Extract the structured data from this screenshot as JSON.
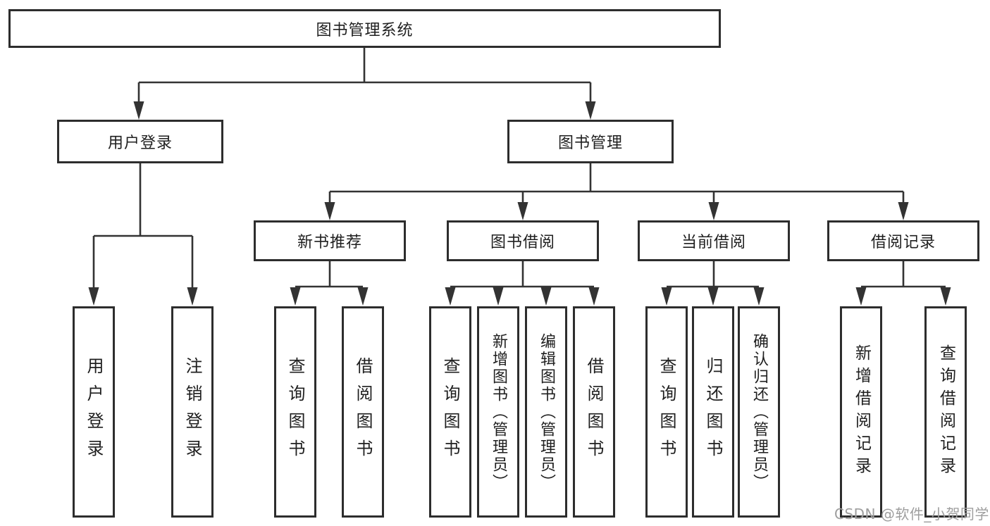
{
  "diagram": {
    "title": "图书管理系统",
    "level2": [
      {
        "label": "用户登录"
      },
      {
        "label": "图书管理"
      }
    ],
    "level3": [
      {
        "label": "新书推荐"
      },
      {
        "label": "图书借阅"
      },
      {
        "label": "当前借阅"
      },
      {
        "label": "借阅记录"
      }
    ],
    "leaves": [
      {
        "parent": "用户登录",
        "label": "用户登录"
      },
      {
        "parent": "用户登录",
        "label": "注销登录"
      },
      {
        "parent": "新书推荐",
        "label": "查询图书"
      },
      {
        "parent": "新书推荐",
        "label": "借阅图书"
      },
      {
        "parent": "图书借阅",
        "label": "查询图书"
      },
      {
        "parent": "图书借阅",
        "label": "新增图书（管理员）"
      },
      {
        "parent": "图书借阅",
        "label": "编辑图书（管理员）"
      },
      {
        "parent": "图书借阅",
        "label": "借阅图书"
      },
      {
        "parent": "当前借阅",
        "label": "查询图书"
      },
      {
        "parent": "当前借阅",
        "label": "归还图书"
      },
      {
        "parent": "当前借阅",
        "label": "确认归还（管理员）"
      },
      {
        "parent": "借阅记录",
        "label": "新增借阅记录"
      },
      {
        "parent": "借阅记录",
        "label": "查询借阅记录"
      }
    ]
  },
  "watermark": {
    "text": "CSDN @软件_小贺同学"
  },
  "colors": {
    "line": "#333333",
    "box_border": "#2d2d2d",
    "text": "#1f1f1f",
    "watermark": "#9e9e9e",
    "background": "#ffffff"
  }
}
